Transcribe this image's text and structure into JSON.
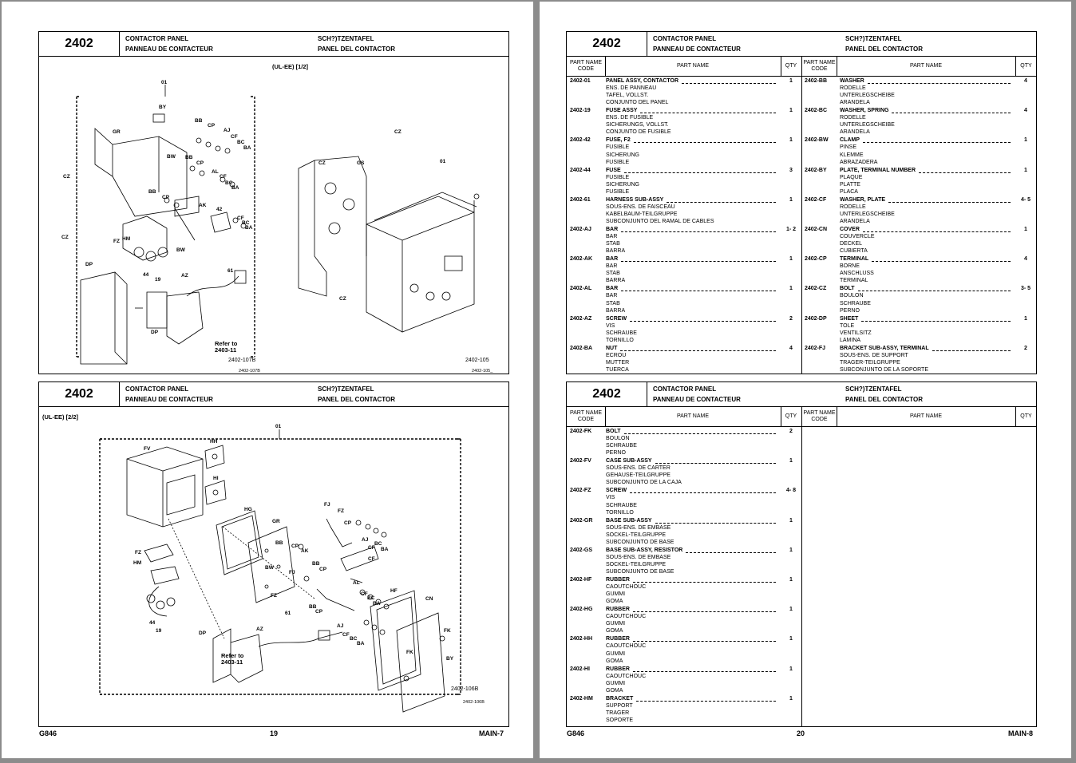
{
  "header": {
    "code": "2402",
    "title_en": "CONTACTOR PANEL",
    "title_fr": "PANNEAU DE CONTACTEUR",
    "title_de": "SCH?)TZENTAFEL",
    "title_es": "PANEL DEL CONTACTOR"
  },
  "table_headers": {
    "code": "PART NAME CODE",
    "name": "PART NAME",
    "qty": "QTY"
  },
  "left_page": {
    "fig1": {
      "caption": "(UL-EE) [1/2]",
      "ref_main": "2402-107B",
      "ref_main_small": "2402-107B",
      "ref_right": "2402-105",
      "ref_right_small": "2402-105_",
      "refer_to": "Refer to",
      "refer_to_ref": "2403-11",
      "labels": [
        "01",
        "BY",
        "GR",
        "BB",
        "CP",
        "AJ",
        "CF",
        "BC",
        "BA",
        "BW",
        "CZ",
        "BB",
        "CP",
        "AL",
        "CF",
        "BC",
        "BA",
        "BB",
        "CP",
        "AK",
        "42",
        "CF",
        "BC",
        "BA",
        "CZ",
        "FZ",
        "HM",
        "BW",
        "DP",
        "44",
        "19",
        "AZ",
        "61",
        "DP",
        "CZ",
        "GS",
        "01",
        "CZ",
        "CZ"
      ]
    },
    "fig2": {
      "caption": "(UL-EE) [2/2]",
      "ref_main": "2402-106B",
      "ref_main_small": "2402-106B",
      "refer_to": "Refer to",
      "refer_to_ref": "2403-11",
      "labels": [
        "01",
        "HH",
        "FV",
        "HI",
        "HG",
        "GR",
        "FJ",
        "FZ",
        "CP",
        "AJ",
        "BC",
        "BA",
        "BB",
        "CP",
        "AK",
        "CF",
        "CF",
        "BW",
        "FJ",
        "BB",
        "CP",
        "AL",
        "CF",
        "BC",
        "BA",
        "FZ",
        "HM",
        "CP",
        "44",
        "19",
        "DP",
        "AZ",
        "61",
        "BB",
        "CP",
        "AJ",
        "CF",
        "BC",
        "BA",
        "HF",
        "CN",
        "FK",
        "FK",
        "BY"
      ]
    },
    "footer": {
      "model": "G846",
      "page": "19",
      "section": "MAIN-7"
    }
  },
  "right_page": {
    "table1": {
      "left": [
        {
          "code": "2402-01",
          "name": "PANEL ASSY, CONTACTOR",
          "qty": "1",
          "fr": "ENS. DE PANNEAU",
          "de": "TAFEL, VOLLST.",
          "es": "CONJUNTO DEL PANEL"
        },
        {
          "code": "2402-19",
          "name": "FUSE ASSY",
          "qty": "1",
          "fr": "ENS. DE FUSIBLE",
          "de": "SICHERUNGS, VOLLST.",
          "es": "CONJUNTO DE FUSIBLE"
        },
        {
          "code": "2402-42",
          "name": "FUSE, F2",
          "qty": "1",
          "fr": "FUSIBLE",
          "de": "SICHERUNG",
          "es": "FUSIBLE"
        },
        {
          "code": "2402-44",
          "name": "FUSE",
          "qty": "3",
          "fr": "FUSIBLE",
          "de": "SICHERUNG",
          "es": "FUSIBLE"
        },
        {
          "code": "2402-61",
          "name": "HARNESS SUB-ASSY",
          "qty": "1",
          "fr": "SOUS-ENS. DE FAISCEAU",
          "de": "KABELBAUM-TEILGRUPPE",
          "es": "SUBCONJUNTO DEL RAMAL DE CABLES"
        },
        {
          "code": "2402-AJ",
          "name": "BAR",
          "qty": "1- 2",
          "fr": "BAR",
          "de": "STAB",
          "es": "BARRA"
        },
        {
          "code": "2402-AK",
          "name": "BAR",
          "qty": "1",
          "fr": "BAR",
          "de": "STAB",
          "es": "BARRA"
        },
        {
          "code": "2402-AL",
          "name": "BAR",
          "qty": "1",
          "fr": "BAR",
          "de": "STAB",
          "es": "BARRA"
        },
        {
          "code": "2402-AZ",
          "name": "SCREW",
          "qty": "2",
          "fr": "VIS",
          "de": "SCHRAUBE",
          "es": "TORNILLO"
        },
        {
          "code": "2402-BA",
          "name": "NUT",
          "qty": "4",
          "fr": "ECROU",
          "de": "MUTTER",
          "es": "TUERCA"
        }
      ],
      "right": [
        {
          "code": "2402-BB",
          "name": "WASHER",
          "qty": "4",
          "fr": "RODELLE",
          "de": "UNTERLEGSCHEIBE",
          "es": "ARANDELA"
        },
        {
          "code": "2402-BC",
          "name": "WASHER, SPRING",
          "qty": "4",
          "fr": "RODELLE",
          "de": "UNTERLEGSCHEIBE",
          "es": "ARANDELA"
        },
        {
          "code": "2402-BW",
          "name": "CLAMP",
          "qty": "1",
          "fr": "PINSE",
          "de": "KLEMME",
          "es": "ABRAZADERA"
        },
        {
          "code": "2402-BY",
          "name": "PLATE, TERMINAL NUMBER",
          "qty": "1",
          "fr": "PLAQUE",
          "de": "PLATTE",
          "es": "PLACA"
        },
        {
          "code": "2402-CF",
          "name": "WASHER, PLATE",
          "qty": "4- 5",
          "fr": "RODELLE",
          "de": "UNTERLEGSCHEIBE",
          "es": "ARANDELA"
        },
        {
          "code": "2402-CN",
          "name": "COVER",
          "qty": "1",
          "fr": "COUVERCLE",
          "de": "DECKEL",
          "es": "CUBIERTA"
        },
        {
          "code": "2402-CP",
          "name": "TERMINAL",
          "qty": "4",
          "fr": "BORNE",
          "de": "ANSCHLUSS",
          "es": "TERMINAL"
        },
        {
          "code": "2402-CZ",
          "name": "BOLT",
          "qty": "3- 5",
          "fr": "BOULON",
          "de": "SCHRAUBE",
          "es": "PERNO"
        },
        {
          "code": "2402-DP",
          "name": "SHEET",
          "qty": "1",
          "fr": "TOLE",
          "de": "VENTILSITZ",
          "es": "LAMINA"
        },
        {
          "code": "2402-FJ",
          "name": "BRACKET SUB-ASSY, TERMINAL",
          "qty": "2",
          "fr": "SOUS-ENS. DE SUPPORT",
          "de": "TRAGER-TEILGRUPPE",
          "es": "SUBCONJUNTO DE LA SOPORTE"
        }
      ]
    },
    "table2": {
      "left": [
        {
          "code": "2402-FK",
          "name": "BOLT",
          "qty": "2",
          "fr": "BOULON",
          "de": "SCHRAUBE",
          "es": "PERNO"
        },
        {
          "code": "2402-FV",
          "name": "CASE SUB-ASSY",
          "qty": "1",
          "fr": "SOUS-ENS. DE CARTER",
          "de": "GEHAUSE-TEILGRUPPE",
          "es": "SUBCONJUNTO DE LA CAJA"
        },
        {
          "code": "2402-FZ",
          "name": "SCREW",
          "qty": "4- 8",
          "fr": "VIS",
          "de": "SCHRAUBE",
          "es": "TORNILLO"
        },
        {
          "code": "2402-GR",
          "name": "BASE SUB-ASSY",
          "qty": "1",
          "fr": "SOUS-ENS. DE EMBASE",
          "de": "SOCKEL-TEILGRUPPE",
          "es": "SUBCONJUNTO DE BASE"
        },
        {
          "code": "2402-GS",
          "name": "BASE SUB-ASSY, RESISTOR",
          "qty": "1",
          "fr": "SOUS-ENS. DE EMBASE",
          "de": "SOCKEL-TEILGRUPPE",
          "es": "SUBCONJUNTO DE BASE"
        },
        {
          "code": "2402-HF",
          "name": "RUBBER",
          "qty": "1",
          "fr": "CAOUTCHOUC",
          "de": "GUMMI",
          "es": "GOMA"
        },
        {
          "code": "2402-HG",
          "name": "RUBBER",
          "qty": "1",
          "fr": "CAOUTCHOUC",
          "de": "GUMMI",
          "es": "GOMA"
        },
        {
          "code": "2402-HH",
          "name": "RUBBER",
          "qty": "1",
          "fr": "CAOUTCHOUC",
          "de": "GUMMI",
          "es": "GOMA"
        },
        {
          "code": "2402-HI",
          "name": "RUBBER",
          "qty": "1",
          "fr": "CAOUTCHOUC",
          "de": "GUMMI",
          "es": "GOMA"
        },
        {
          "code": "2402-HM",
          "name": "BRACKET",
          "qty": "1",
          "fr": "SUPPORT",
          "de": "TRAGER",
          "es": "SOPORTE"
        }
      ]
    },
    "footer": {
      "model": "G846",
      "page": "20",
      "section": "MAIN-8"
    }
  }
}
